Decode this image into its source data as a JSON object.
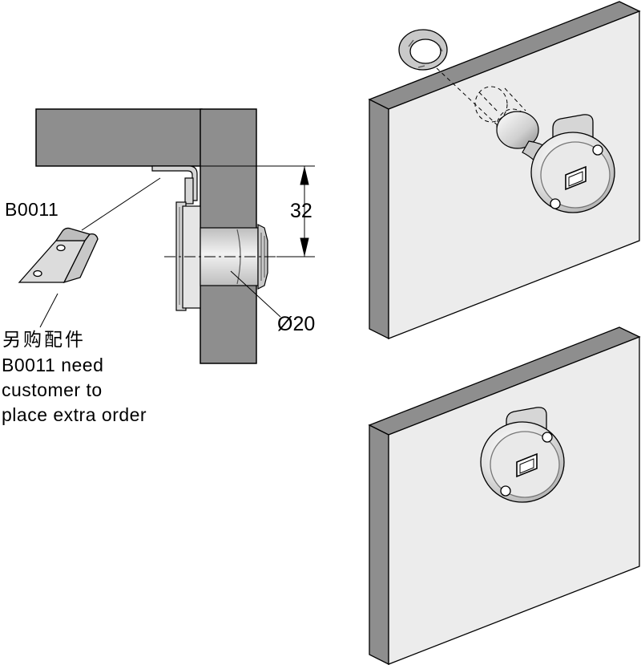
{
  "labels": {
    "part_code": "B0011",
    "note_cn": "另购配件",
    "note_line1": "B0011 need",
    "note_line2": "customer to",
    "note_line3": "place extra order"
  },
  "dimensions": {
    "height": "32",
    "diameter": "Ø20"
  },
  "colors": {
    "panel_face": "#ececec",
    "panel_edge": "#8e8e8e",
    "section_wall": "#8e8e8e",
    "metal": "#d6d6d6",
    "outline": "#000000"
  }
}
